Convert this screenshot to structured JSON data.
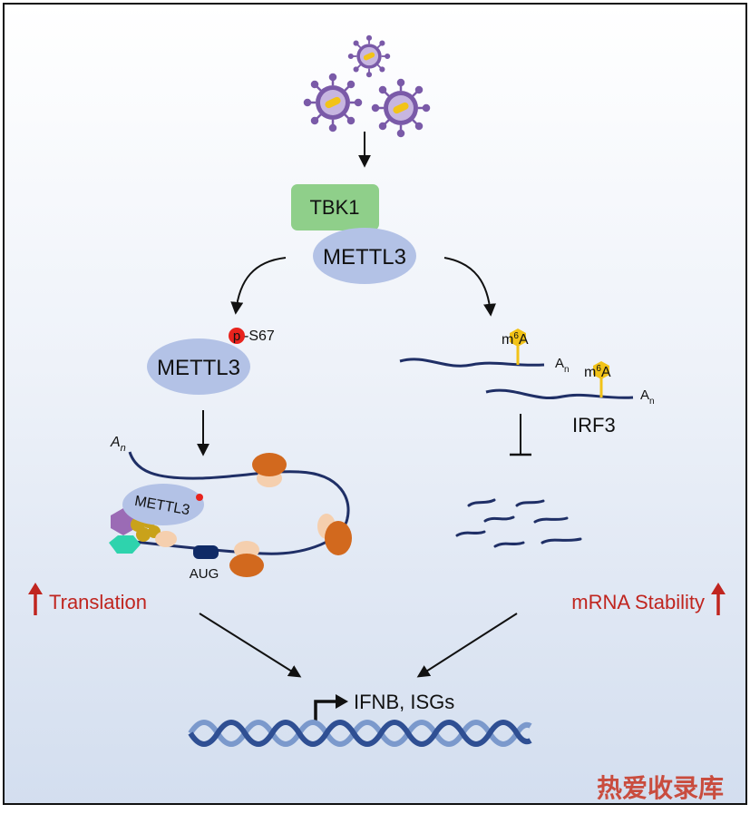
{
  "labels": {
    "tbk1": "TBK1",
    "mettl3_top": "METTL3",
    "mettl3_left": "METTL3",
    "p": "p",
    "s67": "-S67",
    "an_left": "A",
    "an_left_sub": "n",
    "mettl3_ribosome": "METTL3",
    "aug": "AUG",
    "m6a_1_m": "m",
    "m6a_1_sup": "6",
    "m6a_1_a": "A",
    "m6a_2_m": "m",
    "m6a_2_sup": "6",
    "m6a_2_a": "A",
    "an_r1": "A",
    "an_r1_sub": "n",
    "an_r2": "A",
    "an_r2_sub": "n",
    "irf3": "IRF3",
    "translation": "Translation",
    "mrna_stability": "mRNA Stability",
    "ifnb": "IFNB, ISGs",
    "watermark": "热爱收录库"
  },
  "colors": {
    "background_top": "#ffffff",
    "background_bottom": "#d3deef",
    "tbk1": "#8fcf8a",
    "mettl3": "#b3c2e6",
    "rna": "#1f2f66",
    "ribosome_large": "#d2691e",
    "ribosome_small": "#f5cfae",
    "m6a": "#f2c318",
    "phospho": "#e8231d",
    "accent_red": "#c0251f",
    "virus_purple": "#7a5aa8",
    "dna_dark": "#2f4f93",
    "dna_light": "#7b99cc",
    "watermark": "#c7331f"
  }
}
